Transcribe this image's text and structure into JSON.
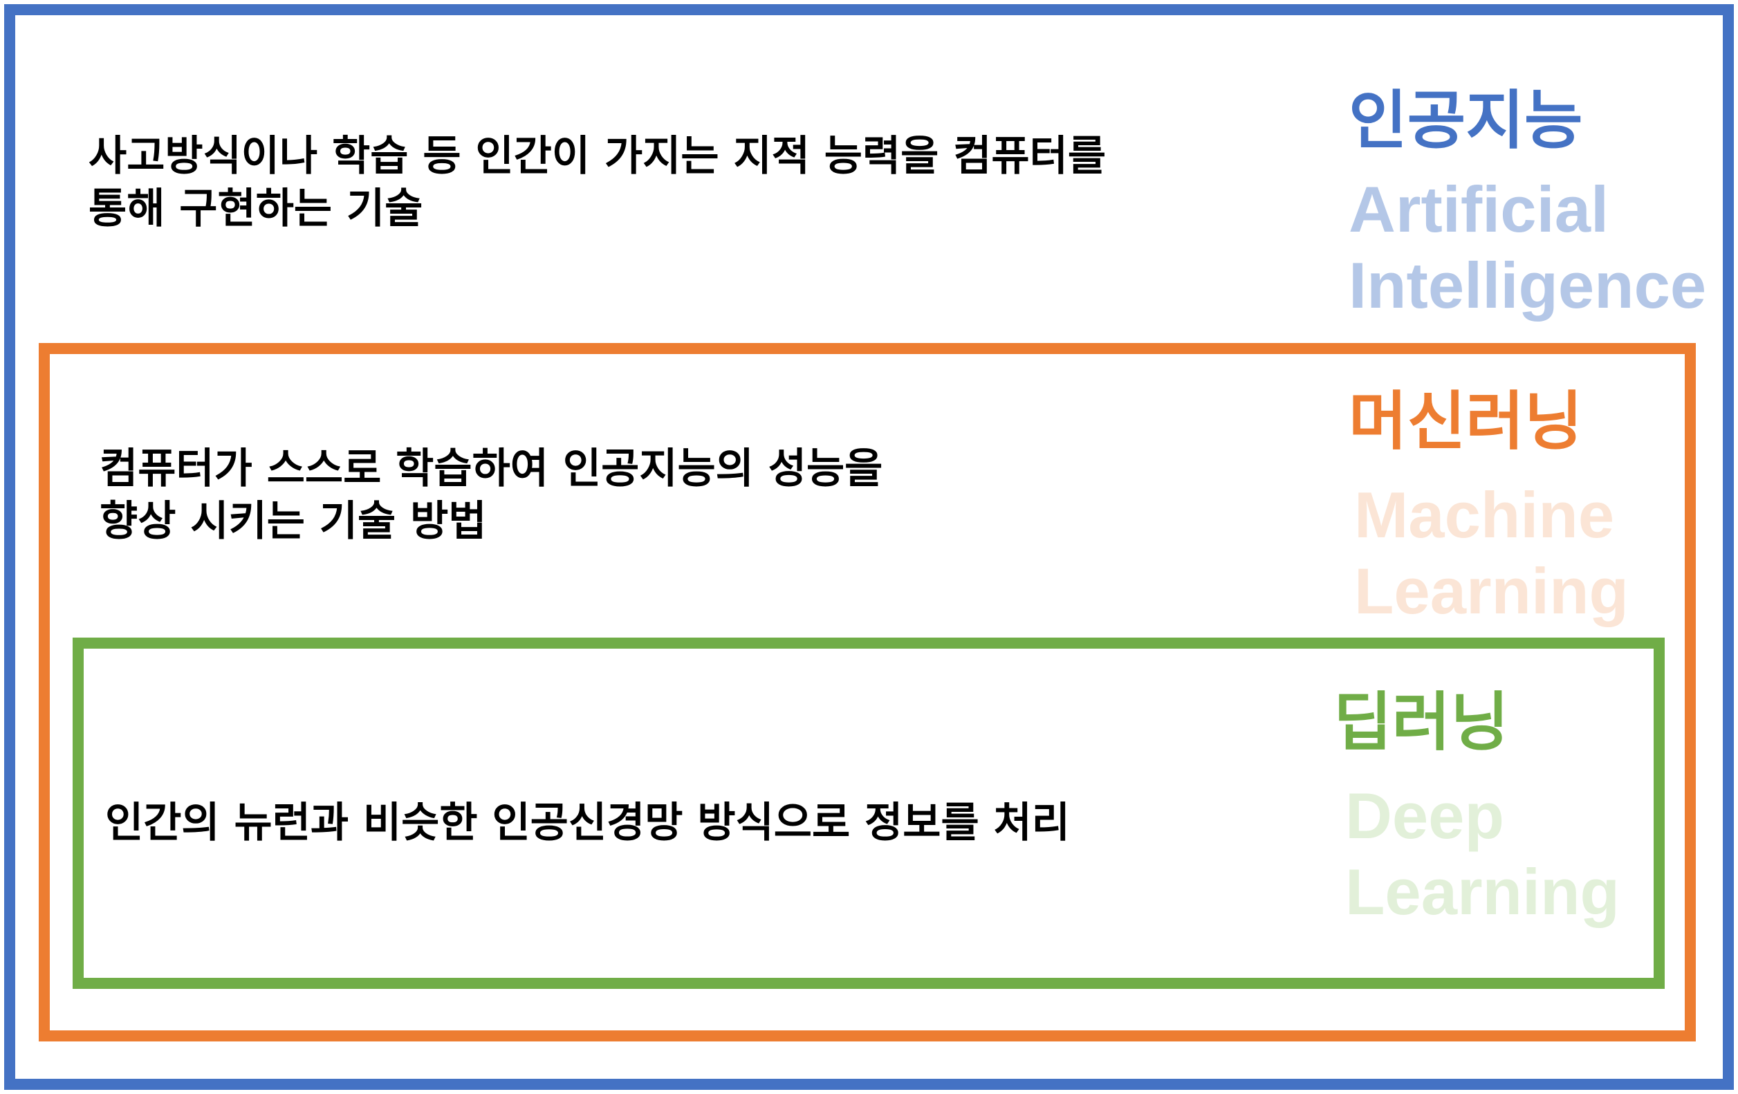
{
  "colors": {
    "ai": "#4472C4",
    "ai_light": "#B4C7E7",
    "ml": "#ED7D31",
    "ml_light": "#FBE5D6",
    "dl": "#70AD47",
    "dl_light": "#E2F0D9"
  },
  "ai": {
    "title_kr": "인공지능",
    "title_en_line1": "Artificial",
    "title_en_line2": "Intelligence",
    "desc_line1": "사고방식이나 학습 등 인간이 가지는 지적 능력을 컴퓨터를",
    "desc_line2": "통해 구현하는 기술"
  },
  "ml": {
    "title_kr": "머신러닝",
    "title_en_line1": "Machine",
    "title_en_line2": "Learning",
    "desc_line1": "컴퓨터가 스스로 학습하여 인공지능의 성능을",
    "desc_line2": "향상 시키는 기술 방법"
  },
  "dl": {
    "title_kr": "딥러닝",
    "title_en_line1": "Deep",
    "title_en_line2": "Learning",
    "desc_line1": "인간의 뉴런과 비슷한 인공신경망 방식으로 정보를 처리"
  }
}
